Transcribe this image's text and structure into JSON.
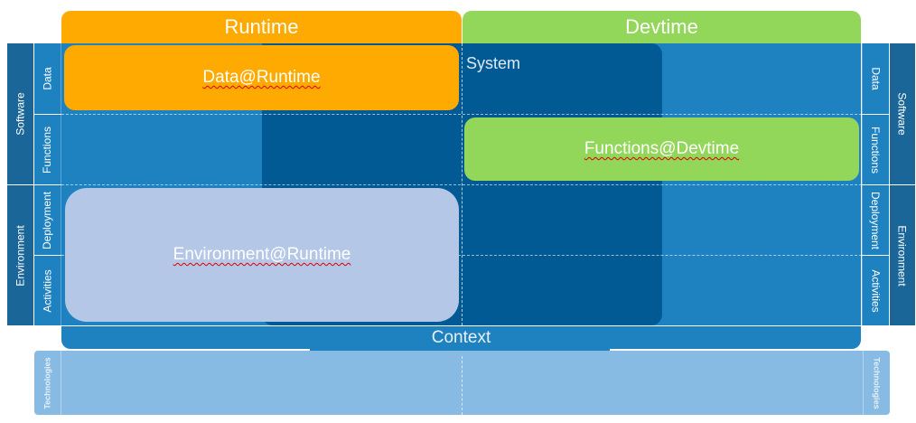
{
  "headers": {
    "runtime": "Runtime",
    "devtime": "Devtime"
  },
  "system_label": "System",
  "rows": [
    "Data",
    "Functions",
    "Deployment",
    "Activities"
  ],
  "groups": [
    "Software",
    "Environment"
  ],
  "boxes": {
    "data_runtime": "Data@Runtime",
    "functions_devtime": "Functions@Devtime",
    "environment_runtime": "Environment@Runtime"
  },
  "context": "Context",
  "technologies": "Technologies",
  "colors": {
    "runtime": "#FFAA00",
    "devtime": "#92D65A",
    "grid": "#1F82C0",
    "system": "#025A94",
    "env_box": "#B4C7E7",
    "tech": "#88BBE3",
    "side": "#1B6699"
  }
}
